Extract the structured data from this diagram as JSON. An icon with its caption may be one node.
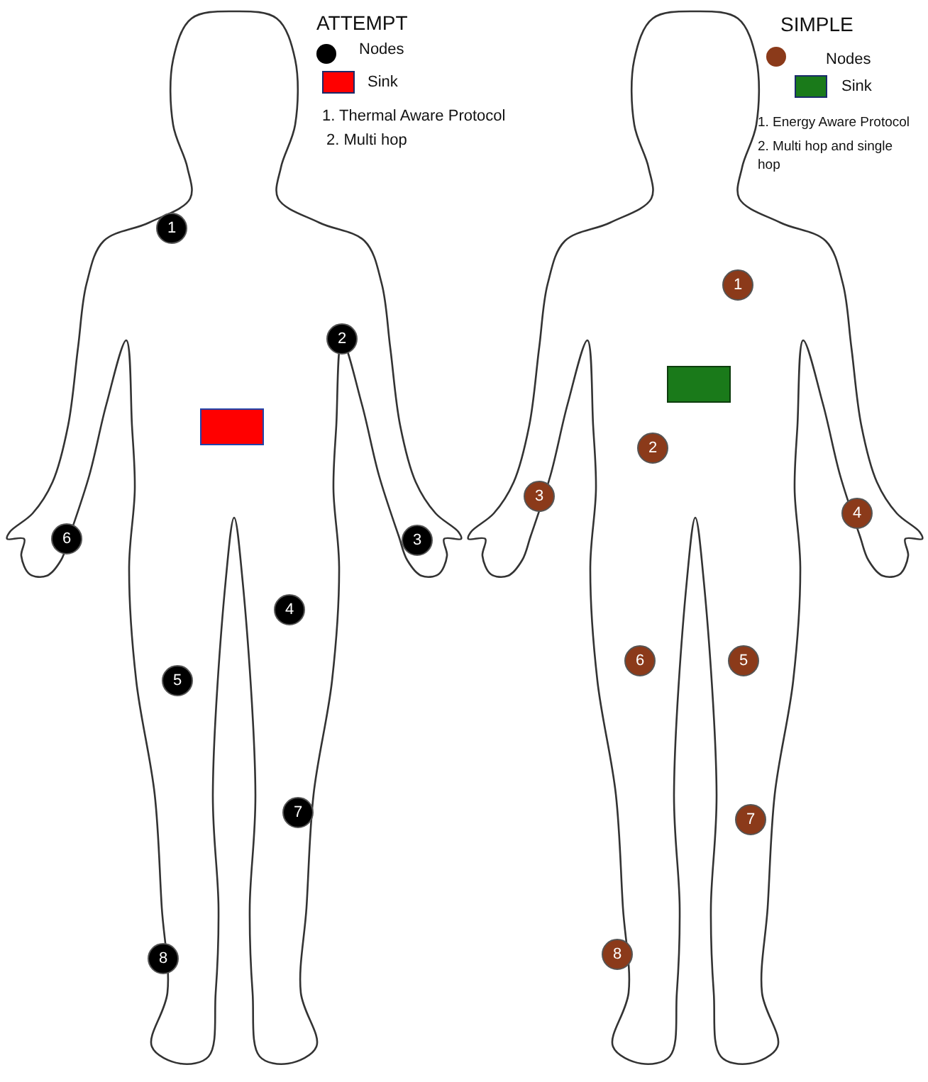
{
  "diagram": {
    "nodes": [
      {
        "text": [
          "1"
        ]
      },
      {
        "text": [
          "2"
        ]
      },
      {
        "text": [
          "3"
        ]
      },
      {
        "text": [
          "4"
        ]
      },
      {
        "text": [
          "5"
        ]
      },
      {
        "text": [
          "6"
        ]
      },
      {
        "text": [
          "7"
        ]
      },
      {
        "text": [
          "8"
        ]
      },
      {
        "text": [],
        "shape": "box"
      },
      {
        "text": [
          "1"
        ]
      },
      {
        "text": [
          "2"
        ]
      },
      {
        "text": [
          "3"
        ]
      },
      {
        "text": [
          "4"
        ]
      },
      {
        "text": [
          "5"
        ]
      },
      {
        "text": [
          "6"
        ]
      },
      {
        "text": [
          "7"
        ]
      },
      {
        "text": [
          "8"
        ]
      },
      {
        "text": [],
        "shape": "box"
      }
    ],
    "labels": [
      "ATTEMPT",
      "1. Thermal Aware Protocol",
      "2. Multi hop",
      "SIMPLE",
      "1. Energy Aware Protocol",
      "2. Multi hop and single hop"
    ],
    "legend": [
      {
        "text": "Nodes",
        "color": "#000000"
      },
      {
        "text": "Sink",
        "color": "#ff0000"
      },
      {
        "text": "Nodes",
        "color": "#8b3a1a"
      },
      {
        "text": "Sink",
        "color": "#1a7a1a"
      }
    ]
  }
}
